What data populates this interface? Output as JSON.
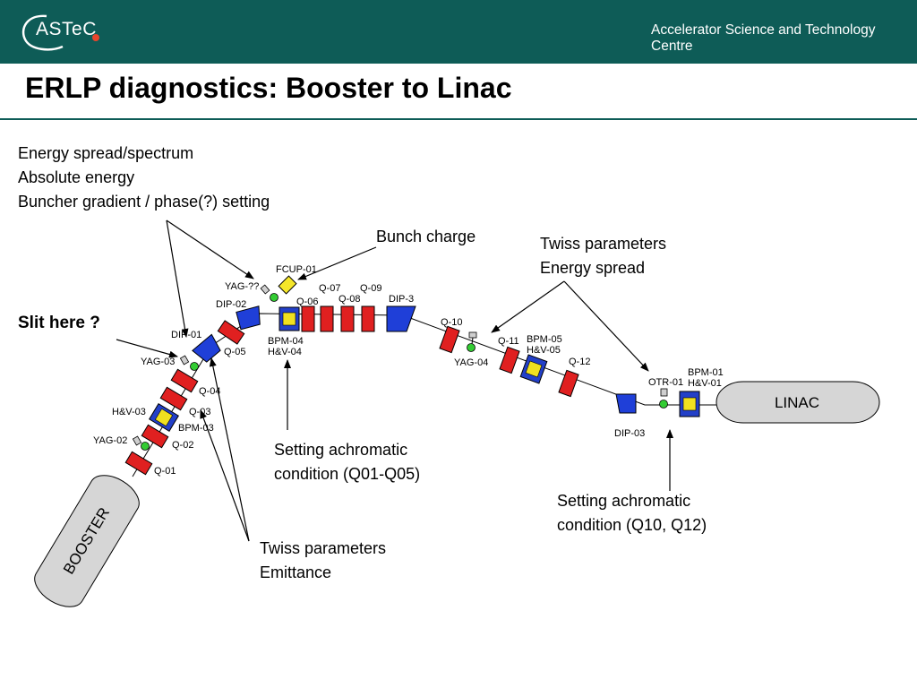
{
  "header": {
    "logo_text": "ASTeC",
    "org_name": "Accelerator Science and Technology Centre"
  },
  "title": "ERLP diagnostics: Booster to Linac",
  "colors": {
    "header_bg": "#0e5c57",
    "logo_dot": "#e8452c",
    "rule": "#0e5c57",
    "quadrupole": "#e02020",
    "dipole": "#1f3fd8",
    "bpm_frame": "#2340c8",
    "bpm_core": "#f0e020",
    "screen": "#33cc33",
    "faraday_cup": "#f5e62a",
    "vessel": "#d6d6d6"
  },
  "diagram": {
    "vessels": {
      "booster": "BOOSTER",
      "linac": "LINAC"
    },
    "components": {
      "q01": "Q-01",
      "q02": "Q-02",
      "q03": "Q-03",
      "q04": "Q-04",
      "q05": "Q-05",
      "q06": "Q-06",
      "q07": "Q-07",
      "q08": "Q-08",
      "q09": "Q-09",
      "q10": "Q-10",
      "q11": "Q-11",
      "q12": "Q-12",
      "dip01": "DIP-01",
      "dip02": "DIP-02",
      "dip3": "DIP-3",
      "dip03": "DIP-03",
      "yag02": "YAG-02",
      "yag03": "YAG-03",
      "yagqq": "YAG-??",
      "yag04": "YAG-04",
      "hv03": "H&V-03",
      "bpm03": "BPM-03",
      "fcup01": "FCUP-01",
      "bpm04": "BPM-04",
      "hv04": "H&V-04",
      "bpm05": "BPM-05",
      "hv05": "H&V-05",
      "otr01": "OTR-01",
      "bpm01": "BPM-01",
      "hv01": "H&V-01"
    },
    "annotations": {
      "energy_lines": [
        "Energy spread/spectrum",
        "Absolute energy",
        "Buncher gradient / phase(?) setting"
      ],
      "bunch_charge": "Bunch charge",
      "twiss_right": [
        "Twiss parameters",
        "Energy spread"
      ],
      "slit": "Slit here ?",
      "achromatic_left": [
        "Setting achromatic",
        "condition (Q01-Q05)"
      ],
      "achromatic_right": [
        "Setting achromatic",
        "condition (Q10, Q12)"
      ],
      "twiss_bottom": [
        "Twiss parameters",
        "Emittance"
      ]
    }
  }
}
